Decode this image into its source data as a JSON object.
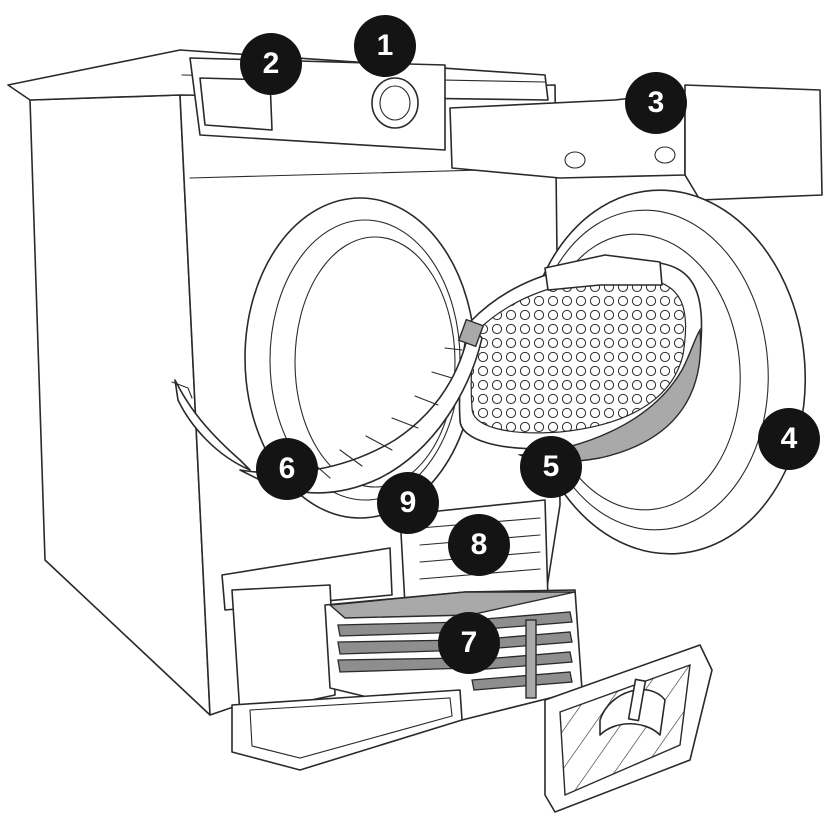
{
  "callouts": [
    {
      "id": "1",
      "label": "1"
    },
    {
      "id": "2",
      "label": "2"
    },
    {
      "id": "3",
      "label": "3"
    },
    {
      "id": "4",
      "label": "4"
    },
    {
      "id": "5",
      "label": "5"
    },
    {
      "id": "6",
      "label": "6"
    },
    {
      "id": "7",
      "label": "7"
    },
    {
      "id": "8",
      "label": "8"
    },
    {
      "id": "9",
      "label": "9"
    }
  ],
  "colors": {
    "line": "#2a2a2a",
    "callout_fill": "#141414",
    "callout_text": "#ffffff",
    "filter_gray": "#a9a9a9"
  }
}
